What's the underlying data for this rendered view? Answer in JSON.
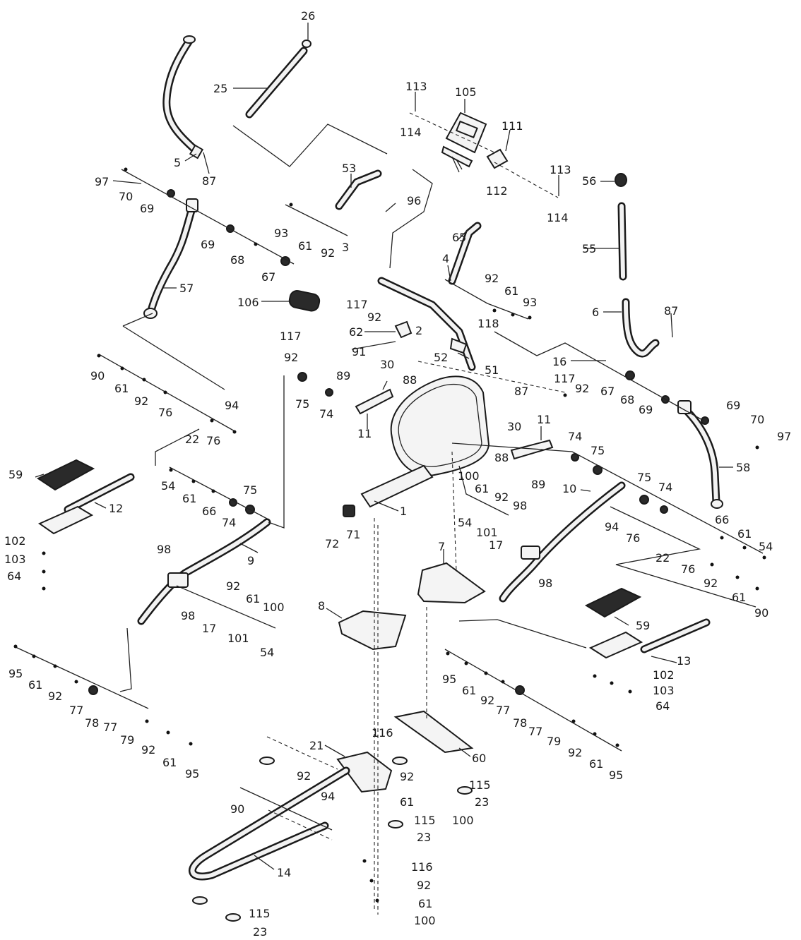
{
  "diagram": {
    "type": "exploded-parts-diagram",
    "callouts": [
      "26",
      "25",
      "113",
      "105",
      "114",
      "111",
      "113",
      "112",
      "114",
      "56",
      "55",
      "53",
      "5",
      "87",
      "97",
      "70",
      "69",
      "96",
      "93",
      "61",
      "92",
      "3",
      "69",
      "68",
      "67",
      "57",
      "65",
      "4",
      "92",
      "61",
      "93",
      "6",
      "87",
      "106",
      "117",
      "92",
      "62",
      "2",
      "118",
      "117",
      "92",
      "91",
      "52",
      "16",
      "90",
      "61",
      "92",
      "76",
      "94",
      "22",
      "76",
      "89",
      "30",
      "88",
      "51",
      "87",
      "117",
      "92",
      "67",
      "68",
      "69",
      "69",
      "70",
      "97",
      "75",
      "74",
      "11",
      "30",
      "11",
      "74",
      "75",
      "59",
      "12",
      "54",
      "61",
      "66",
      "74",
      "75",
      "88",
      "89",
      "100",
      "61",
      "92",
      "98",
      "10",
      "75",
      "74",
      "58",
      "1",
      "71",
      "72",
      "54",
      "101",
      "17",
      "94",
      "76",
      "66",
      "61",
      "54",
      "102",
      "103",
      "64",
      "98",
      "9",
      "22",
      "76",
      "92",
      "61",
      "90",
      "7",
      "98",
      "92",
      "61",
      "100",
      "98",
      "17",
      "101",
      "54",
      "8",
      "59",
      "13",
      "102",
      "103",
      "64",
      "95",
      "61",
      "92",
      "77",
      "78",
      "77",
      "79",
      "92",
      "61",
      "95",
      "95",
      "61",
      "92",
      "77",
      "78",
      "77",
      "79",
      "92",
      "61",
      "95",
      "21",
      "116",
      "60",
      "92",
      "115",
      "23",
      "61",
      "100",
      "115",
      "23",
      "92",
      "90",
      "94",
      "14",
      "116",
      "92",
      "61",
      "100",
      "115",
      "23"
    ]
  }
}
